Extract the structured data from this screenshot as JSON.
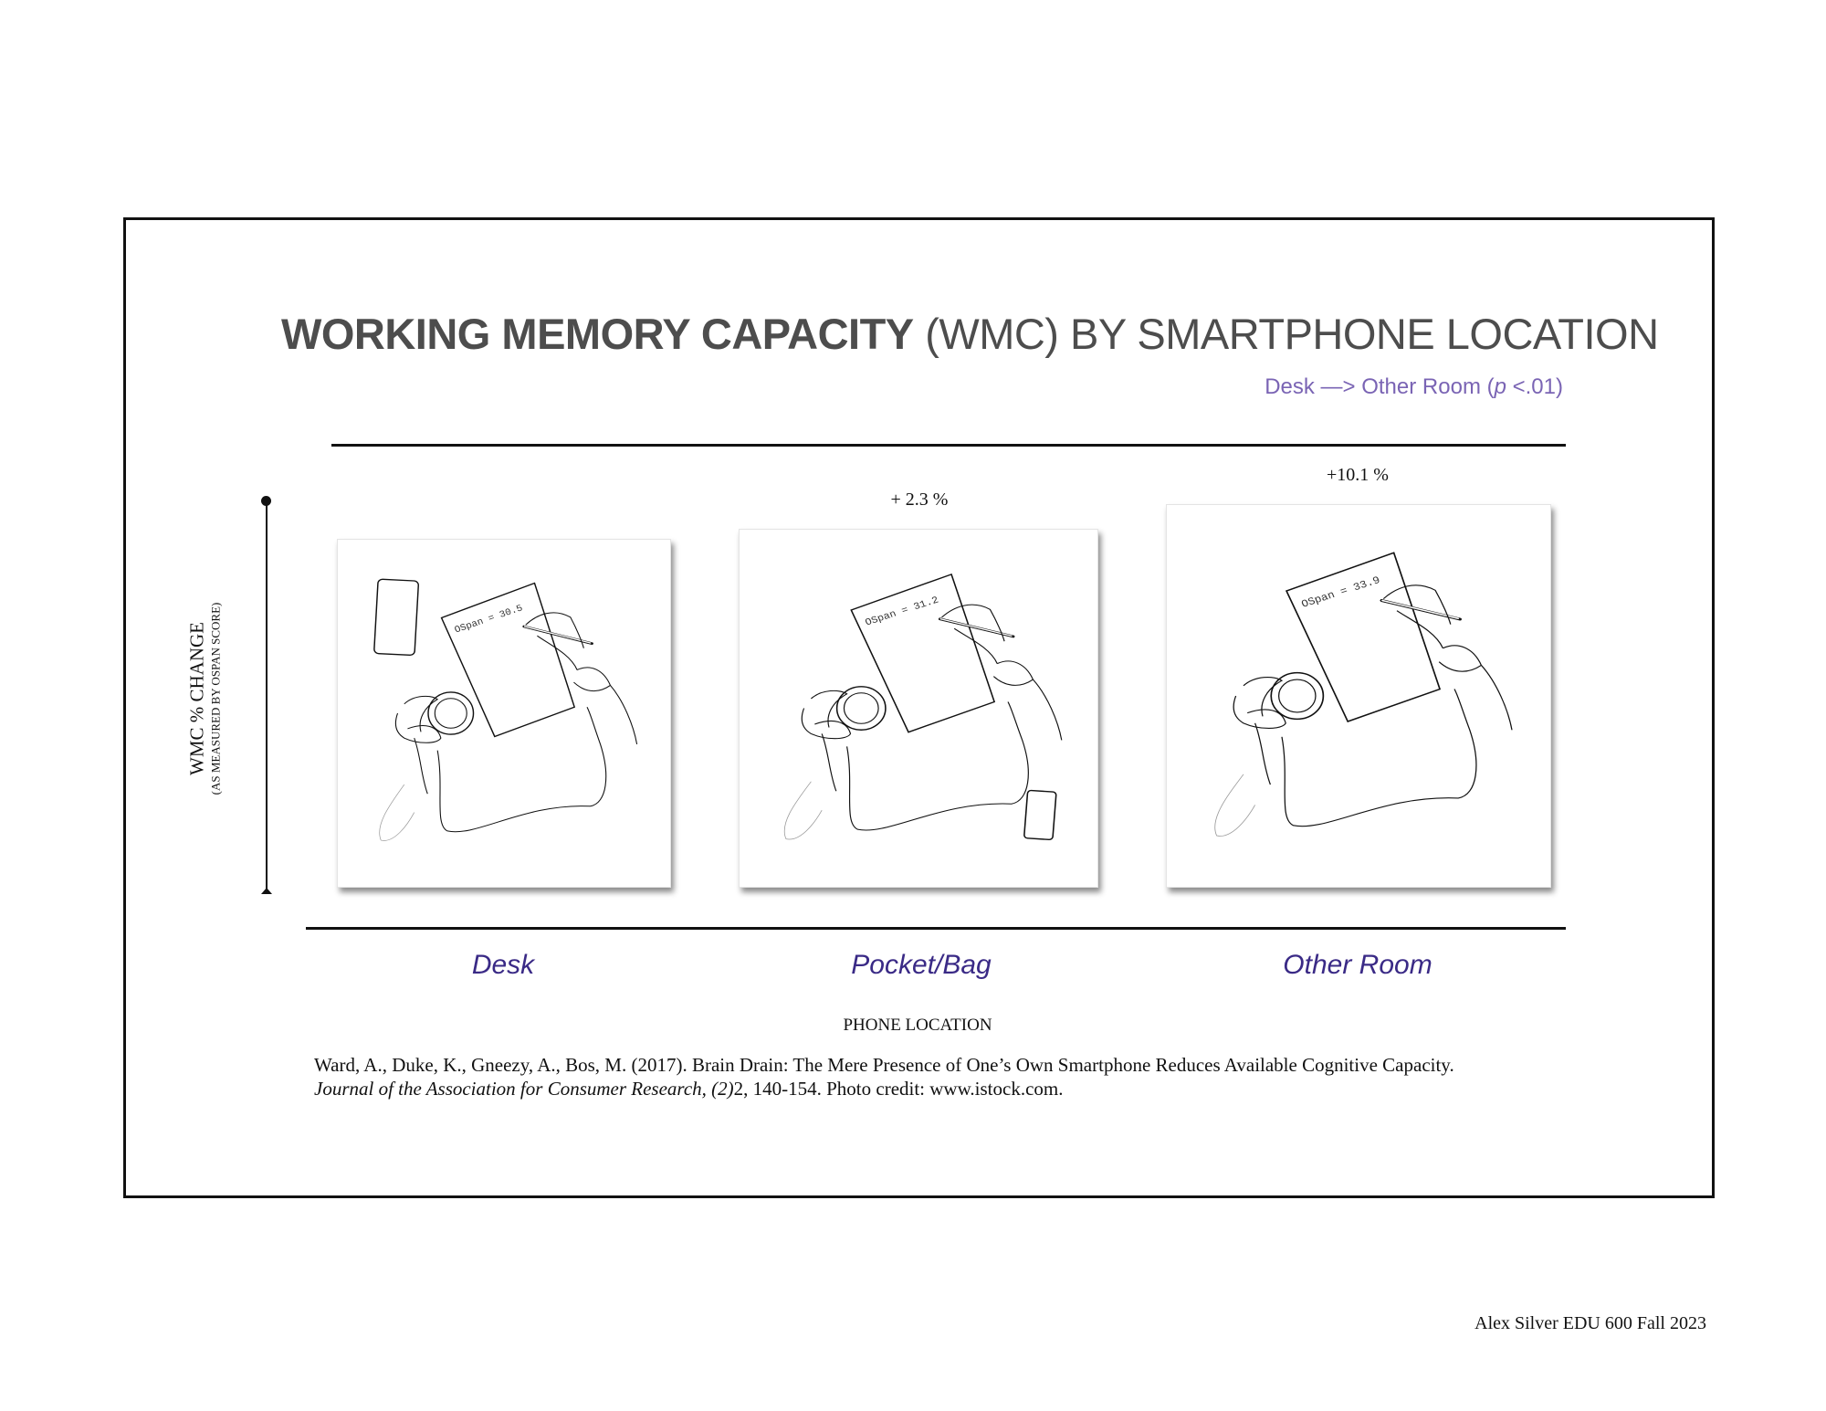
{
  "chart_data": {
    "type": "bar",
    "title_bold": "WORKING MEMORY CAPACITY",
    "title_rest": " (WMC) BY SMARTPHONE LOCATION",
    "subtitle": "Desk —> Other Room (",
    "subtitle_p": "p",
    "subtitle_end": " <.01)",
    "ylabel": "WMC % CHANGE",
    "ylabel_sub": "(AS MEASURED BY OSPAN SCORE)",
    "xlabel": "PHONE LOCATION",
    "categories": [
      "Desk",
      "Pocket/Bag",
      "Other Room"
    ],
    "ospan_labels": [
      "OSpan = 30.5",
      "OSpan = 31.2",
      "OSpan = 33.9"
    ],
    "values": [
      30.5,
      31.2,
      33.9
    ],
    "pct_change_labels": [
      "",
      "+ 2.3 %",
      "+10.1 %"
    ],
    "pct_change": [
      0,
      2.3,
      10.1
    ]
  },
  "citation": {
    "line1": "Ward, A., Duke, K., Gneezy, A., Bos, M. (2017). Brain Drain: The Mere Presence of One’s Own Smartphone Reduces Available Cognitive Capacity.",
    "journal": "Journal of the Association for Consumer Research, (2)",
    "rest": "2, 140-154. Photo credit: www.istock.com."
  },
  "footer": "Alex Silver EDU 600 Fall 2023",
  "colors": {
    "title": "#4d4d4d",
    "subtitle": "#7a64b4",
    "category": "#3a2a86"
  }
}
